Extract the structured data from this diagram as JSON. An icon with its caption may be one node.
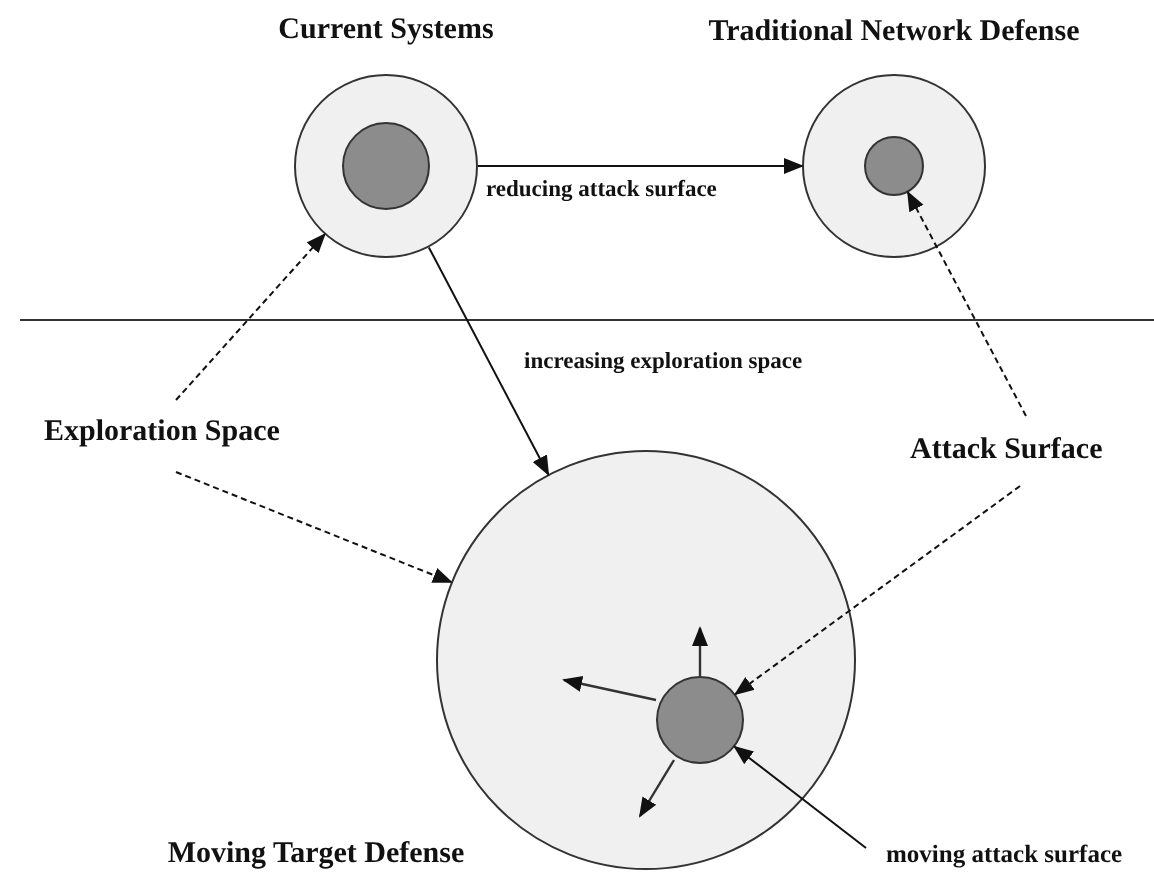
{
  "diagram": {
    "nodes": [
      {
        "text": [
          "Current Systems"
        ]
      },
      {
        "text": [],
        "shape": "circle",
        "in": 0
      },
      {
        "text": [
          "Traditional Network Defense"
        ]
      },
      {
        "text": [],
        "shape": "circle",
        "in": 2
      },
      {
        "text": [
          "Moving Target Defense"
        ]
      },
      {
        "text": [],
        "shape": "circle",
        "in": 4
      },
      {
        "text": [
          "Exploration Space"
        ]
      },
      {
        "text": [
          "Attack Surface"
        ]
      },
      {
        "text": [
          "moving attack surface"
        ]
      }
    ],
    "edges": [
      {
        "from": 0,
        "to": 2,
        "arrow": "to",
        "label": "reducing attack surface"
      },
      {
        "from": 0,
        "to": 4,
        "arrow": "to",
        "label": "increasing exploration space"
      },
      {
        "from": 6,
        "to": 0,
        "arrow": "to",
        "style": "dashed"
      },
      {
        "from": 6,
        "to": 4,
        "arrow": "to",
        "style": "dashed"
      },
      {
        "from": 7,
        "to": 3,
        "arrow": "to",
        "style": "dashed"
      },
      {
        "from": 7,
        "to": 5,
        "arrow": "to",
        "style": "dashed"
      },
      {
        "from": 8,
        "to": 5,
        "arrow": "to"
      }
    ]
  }
}
